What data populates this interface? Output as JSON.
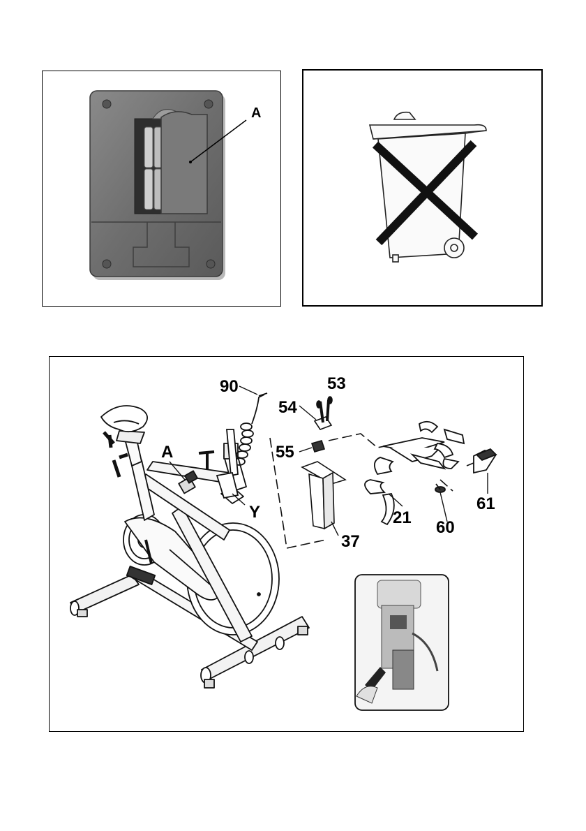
{
  "battery_figure": {
    "callout_a": "A"
  },
  "disposal_figure": {
    "icon": "crossed-out-wheelie-bin"
  },
  "bike_figure": {
    "callouts": {
      "frame": "A",
      "sensor_wire": "90",
      "screw": "53",
      "bracket": "54",
      "clip": "55",
      "stem": "37",
      "handlebar": "21",
      "connector": "60",
      "computer": "61",
      "cable_y": "Y"
    }
  }
}
